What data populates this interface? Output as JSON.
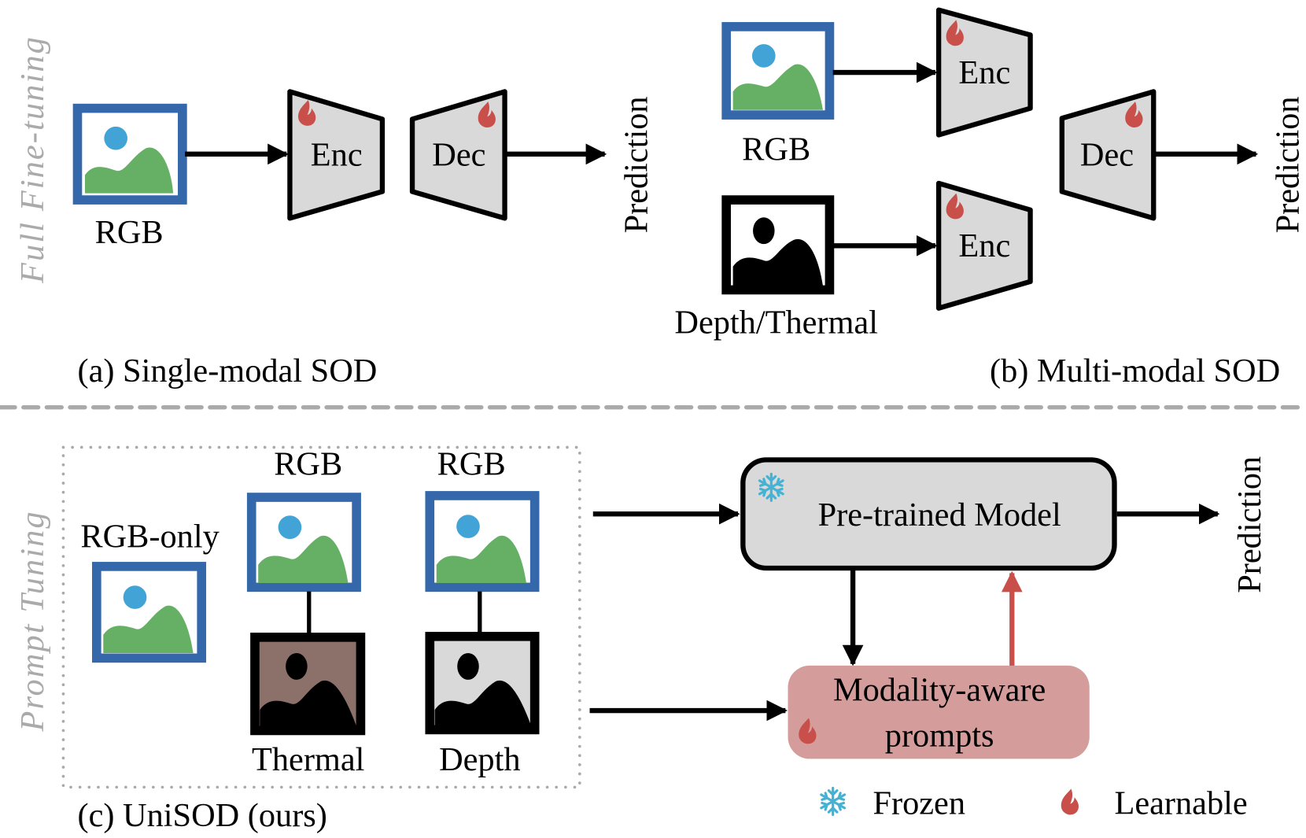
{
  "colors": {
    "rgb_frame": "#3468ab",
    "sky_dot": "#42a3d6",
    "hill": "#66b066",
    "block_fill": "#d9d9d9",
    "thermal_fill": "#8c716b",
    "depth_fill": "#d9d9d9",
    "prompt_fill": "#d49d9b",
    "flame": "#c9504a",
    "snowflake": "#45b2d4",
    "learnable_arrow": "#c9504a",
    "side_label": "#aaaaaa",
    "divider": "#aaaaaa"
  },
  "side_labels": {
    "top": "Full Fine-tuning",
    "bottom": "Prompt Tuning"
  },
  "panel_a": {
    "input_label": "RGB",
    "encoder": "Enc",
    "decoder": "Dec",
    "output": "Prediction",
    "caption": "(a) Single-modal SOD"
  },
  "panel_b": {
    "input_rgb_label": "RGB",
    "input_aux_label": "Depth/Thermal",
    "encoder_top": "Enc",
    "encoder_bottom": "Enc",
    "decoder": "Dec",
    "output": "Prediction",
    "caption": "(b) Multi-modal SOD"
  },
  "panel_c": {
    "rgb_only_label": "RGB-only",
    "pair1_top_label": "RGB",
    "pair1_bottom_label": "Thermal",
    "pair2_top_label": "RGB",
    "pair2_bottom_label": "Depth",
    "model_label": "Pre-trained Model",
    "prompt_line1": "Modality-aware",
    "prompt_line2": "prompts",
    "output": "Prediction",
    "caption": "(c) UniSOD (ours)"
  },
  "legend": {
    "frozen": "Frozen",
    "learnable": "Learnable"
  }
}
